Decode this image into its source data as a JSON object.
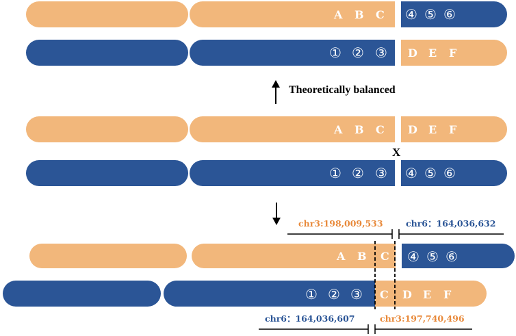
{
  "colors": {
    "orange": "#f2b77b",
    "blue": "#2b5596",
    "orange_text": "#e8893a",
    "blue_text": "#2b5596"
  },
  "labels": {
    "abc": [
      "A",
      "B",
      "C"
    ],
    "def": [
      "D",
      "E",
      "F"
    ],
    "nums_123": [
      "①",
      "②",
      "③"
    ],
    "nums_456": [
      "④",
      "⑤",
      "⑥"
    ],
    "c_dup": "C"
  },
  "caption": "Theoretically balanced",
  "cross_mark": "X",
  "coords": {
    "chr3_top": "chr3:198,009,533",
    "chr6_top": "chr6：164,036,632",
    "chr6_bottom": "chr6：164,036,607",
    "chr3_bottom": "chr3:197,740,496"
  }
}
